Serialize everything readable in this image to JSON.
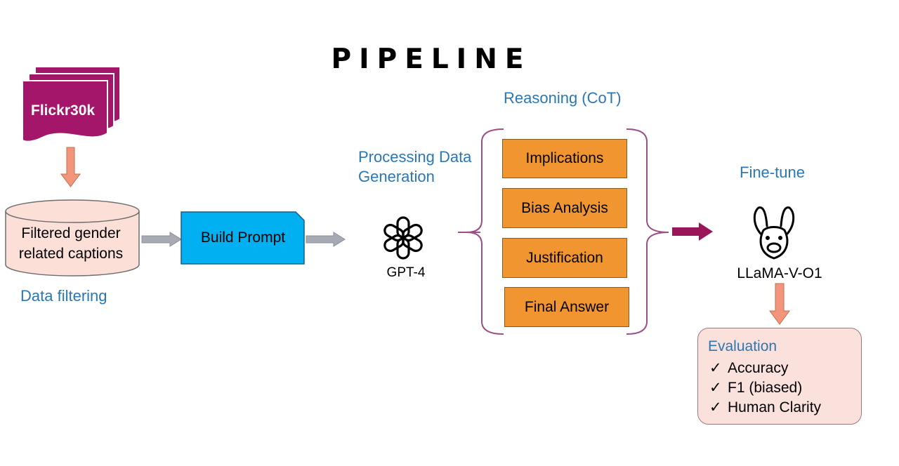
{
  "title": "PIPELINE",
  "source": {
    "label": "Flickr30k"
  },
  "filter_step": {
    "caption_line1": "Filtered gender",
    "caption_line2": "related captions",
    "label": "Data filtering"
  },
  "build_prompt": {
    "label": "Build Prompt"
  },
  "generation": {
    "label_line1": "Processing Data",
    "label_line2": "Generation",
    "model": "GPT-4"
  },
  "reasoning": {
    "label": "Reasoning (CoT)",
    "steps": [
      "Implications",
      "Bias Analysis",
      "Justification",
      "Final Answer"
    ]
  },
  "fine_tune": {
    "label": "Fine-tune",
    "model": "LLaMA-V-O1"
  },
  "evaluation": {
    "title": "Evaluation",
    "check_glyph": "✓",
    "metrics": [
      "Accuracy",
      "F1 (biased)",
      "Human Clarity"
    ]
  },
  "colors": {
    "source_magenta": "#a3166a",
    "arrow_orange": "#f2957a",
    "arrow_gray": "#a7aab3",
    "arrow_magenta": "#9a1658",
    "cylinder_fill": "#fce0d8",
    "prompt_blue": "#00b0f0",
    "step_orange": "#f0952f",
    "brace_purple": "#9a4f86",
    "label_blue": "#2a77b4",
    "eval_fill": "#fbe1dc"
  },
  "icons": [
    "document-stack-icon",
    "database-cylinder-icon",
    "document-icon",
    "openai-logo-icon",
    "llama-icon",
    "checkmark-icon"
  ]
}
